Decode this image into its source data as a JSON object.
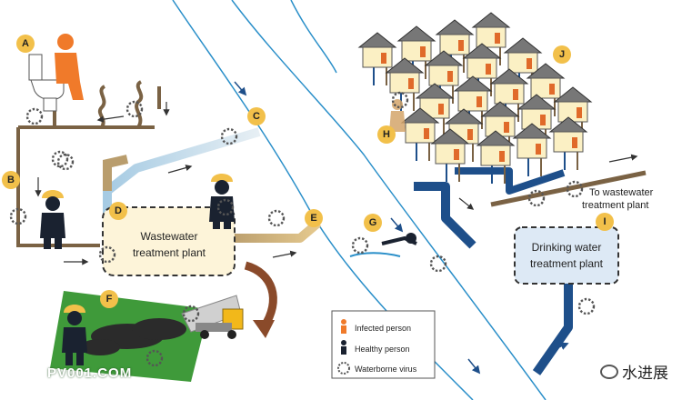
{
  "badges": {
    "a": "A",
    "b": "B",
    "c": "C",
    "d": "D",
    "e": "E",
    "f": "F",
    "g": "G",
    "h": "H",
    "i": "I",
    "j": "J"
  },
  "wastewater_plant": {
    "line1": "Wastewater",
    "line2": "treatment plant"
  },
  "drinking_plant": {
    "line1": "Drinking water",
    "line2": "treatment plant"
  },
  "outflow_label": {
    "line1": "To wastewater",
    "line2": "treatment plant"
  },
  "legend": {
    "infected": "Infected person",
    "healthy": "Healthy person",
    "virus": "Waterborne virus"
  },
  "watermark": "PV001.COM",
  "wechat_label": "水进展",
  "colors": {
    "infected": "#f07a2a",
    "healthy": "#1a2230",
    "sewer": "#7a6244",
    "treated": "#8fc0e0",
    "drinking": "#1e4f8a",
    "badge": "#f2c04a",
    "plant_box": "#fdf4d9",
    "drinking_box": "#dde9f5",
    "field": "#3f9a3a"
  }
}
